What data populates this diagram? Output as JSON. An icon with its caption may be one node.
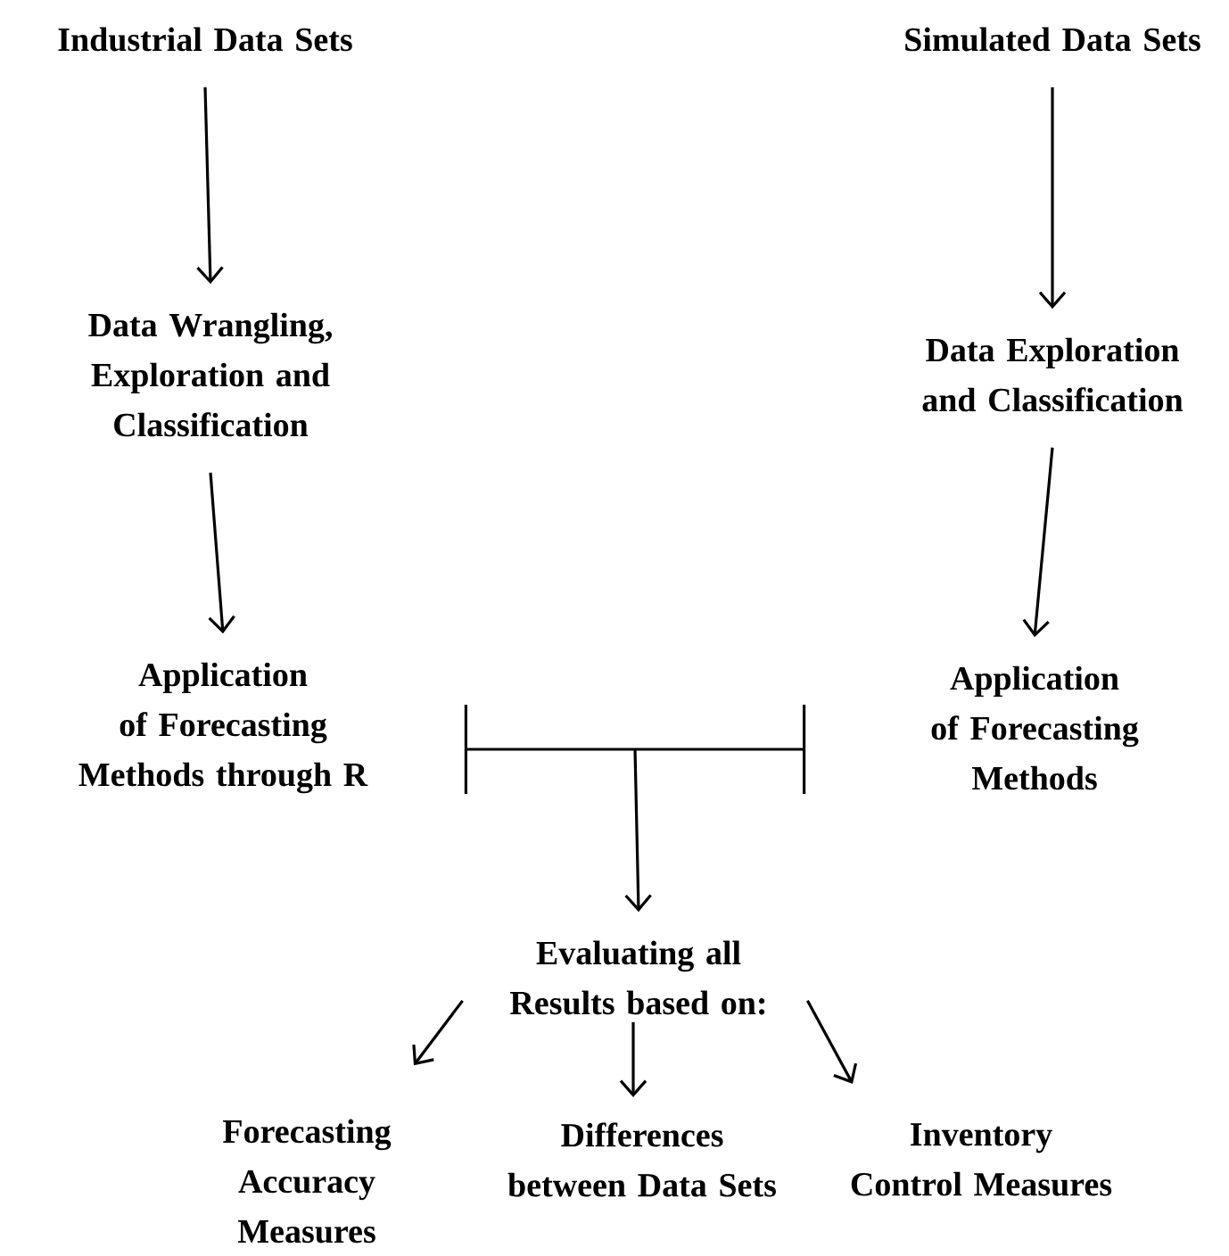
{
  "diagram": {
    "nodes": [
      {
        "text": [
          "Industrial Data Sets"
        ]
      },
      {
        "text": [
          "Simulated Data Sets"
        ]
      },
      {
        "text": [
          "Data Wrangling, Exploration and Classification"
        ]
      },
      {
        "text": [
          "Data Exploration and Classification"
        ]
      },
      {
        "text": [
          "Application of Forecasting Methods through R"
        ]
      },
      {
        "text": [
          "Application of Forecasting Methods"
        ]
      },
      {
        "text": [
          "Evaluating all Results based on:"
        ]
      },
      {
        "text": [
          "Forecasting Accuracy Measures"
        ]
      },
      {
        "text": [
          "Differences between Data Sets"
        ]
      },
      {
        "text": [
          "Inventory Control Measures"
        ]
      }
    ],
    "edges": [
      {
        "from": 0,
        "to": 2,
        "arrow": "to"
      },
      {
        "from": 1,
        "to": 3,
        "arrow": "to"
      },
      {
        "from": 2,
        "to": 4,
        "arrow": "to"
      },
      {
        "from": 3,
        "to": 5,
        "arrow": "to"
      },
      {
        "from": 4,
        "to": 6,
        "arrow": "to"
      },
      {
        "from": 5,
        "to": 6,
        "arrow": "to"
      },
      {
        "from": 6,
        "to": 7,
        "arrow": "to"
      },
      {
        "from": 6,
        "to": 8,
        "arrow": "to"
      },
      {
        "from": 6,
        "to": 9,
        "arrow": "to"
      }
    ]
  }
}
